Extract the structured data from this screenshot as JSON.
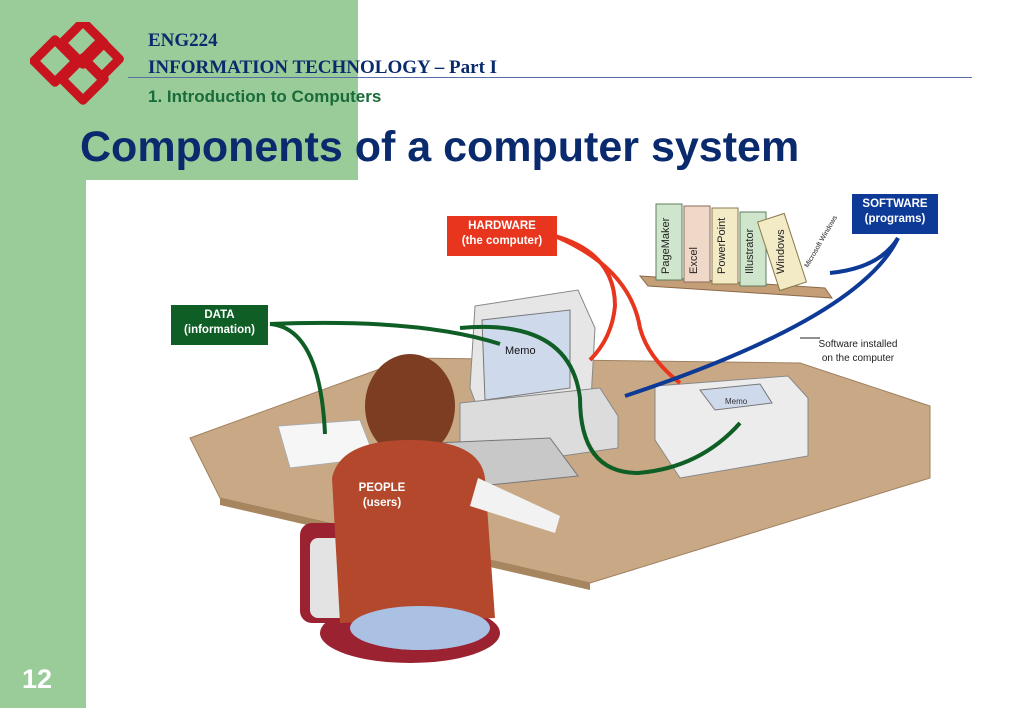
{
  "header": {
    "course_code": "ENG224",
    "course_title": "INFORMATION TECHNOLOGY – Part I",
    "section": "1. Introduction to Computers"
  },
  "slide": {
    "title": "Components of a computer system",
    "page_number": "12"
  },
  "diagram": {
    "hardware": {
      "line1": "HARDWARE",
      "line2": "(the computer)"
    },
    "software": {
      "line1": "SOFTWARE",
      "line2": "(programs)"
    },
    "data": {
      "line1": "DATA",
      "line2": "(information)"
    },
    "people": {
      "line1": "PEOPLE",
      "line2": "(users)"
    },
    "callout": {
      "line1": "Software installed",
      "line2": "on the computer"
    },
    "monitor_text": "Memo",
    "printer_text": "Memo",
    "books": [
      "PageMaker",
      "Excel",
      "PowerPoint",
      "Illustrator",
      "Windows"
    ],
    "book_extra": "Microsoft Windows"
  },
  "colors": {
    "sidebar": "#99cc99",
    "title": "#0a2a6e",
    "hardware": "#e8351d",
    "software": "#0d3a97",
    "data": "#0f5e25"
  }
}
